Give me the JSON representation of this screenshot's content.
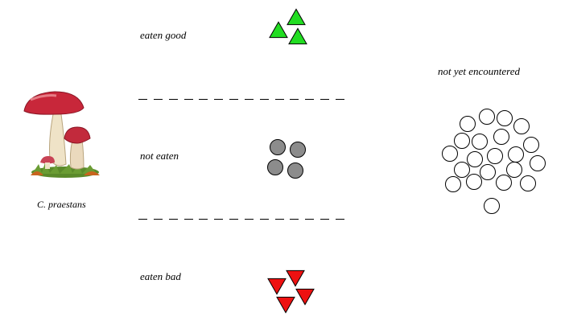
{
  "species_label": "C. praestans",
  "categories": {
    "eaten_good": {
      "label": "eaten good",
      "count": 3,
      "shape": "up-triangle",
      "color": "#22dd22"
    },
    "not_eaten": {
      "label": "not eaten",
      "count": 4,
      "shape": "circle",
      "color": "#8c8c8c"
    },
    "eaten_bad": {
      "label": "eaten bad",
      "count": 4,
      "shape": "down-triangle",
      "color": "#ee1111"
    }
  },
  "pool": {
    "label": "not yet encountered",
    "count": 21,
    "shape": "circle",
    "color": "#ffffff"
  },
  "icons": {
    "mushroom": "mushroom-illustration"
  }
}
